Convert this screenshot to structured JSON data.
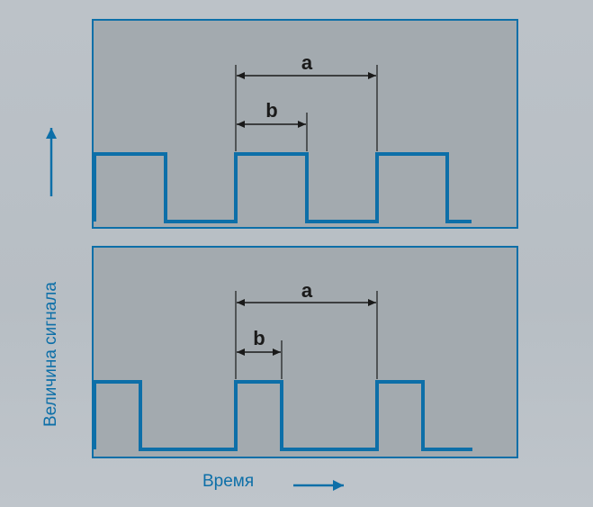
{
  "diagram": {
    "x_axis_label": "Время",
    "y_axis_label": "Величина сигнала",
    "panels": [
      {
        "id": "top",
        "period_label": "a",
        "pulse_width_label": "b",
        "pulse_count": 3,
        "duty_fraction": 0.5
      },
      {
        "id": "bottom",
        "period_label": "a",
        "pulse_width_label": "b",
        "pulse_count": 3,
        "duty_fraction": 0.33
      }
    ]
  },
  "colors": {
    "signal": "#0d6fa8",
    "panel_fill": "#a3aaaf",
    "panel_border": "#0d6fa8",
    "dimension_lines": "#1a1a1a"
  },
  "icons": {
    "x_arrow": "arrow-right-icon",
    "y_arrow": "arrow-up-icon"
  }
}
